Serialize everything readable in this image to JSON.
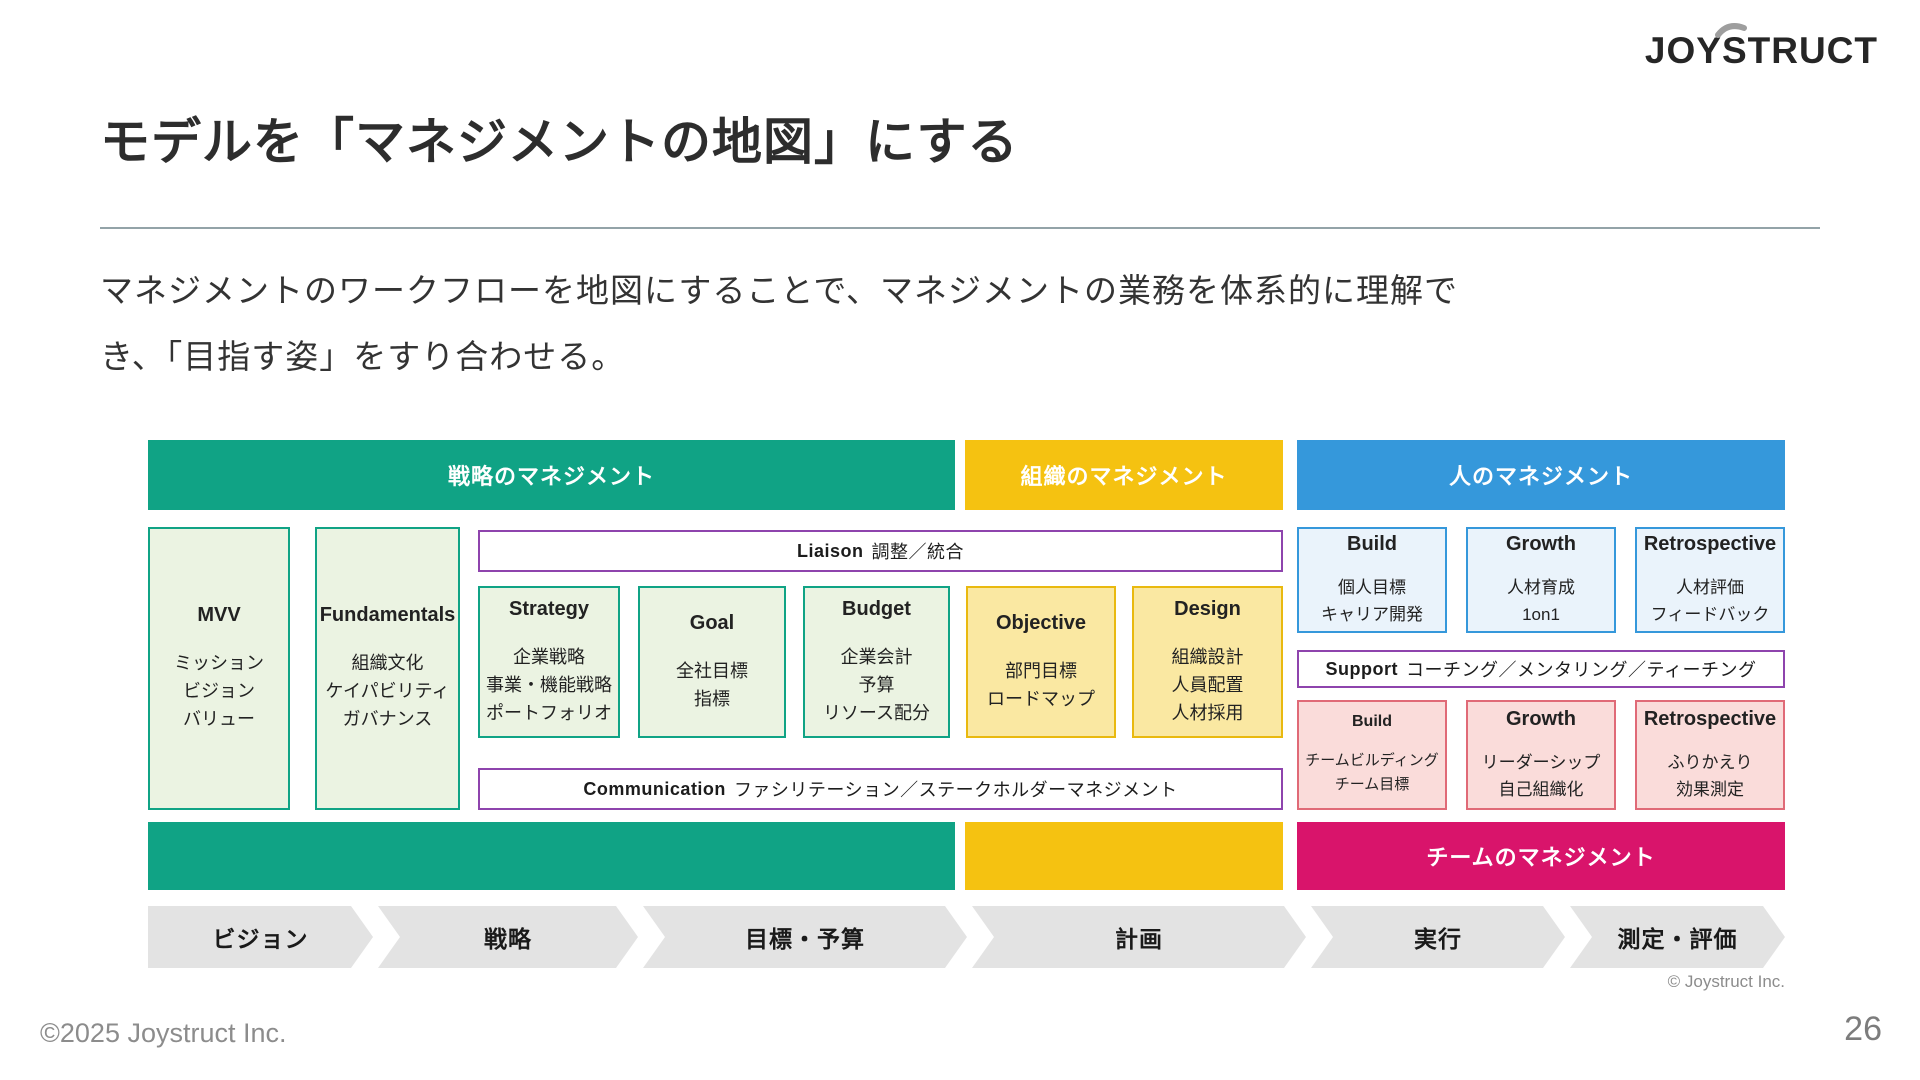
{
  "logo": {
    "pre": "JOY",
    "s": "S",
    "post": "TRUCT"
  },
  "slide": {
    "title": "モデルを「マネジメントの地図」にする",
    "body_line1": "マネジメントのワークフローを地図にすることで、マネジメントの業務を体系的に理解で",
    "body_line2": "き、「目指す姿」をすり合わせる。",
    "footer_left": "©2025 Joystruct Inc.",
    "page_number": "26",
    "diagram_credit": "© Joystruct Inc."
  },
  "colors": {
    "teal": "#10A385",
    "yellow": "#F5C211",
    "blue": "#3598DB",
    "magenta": "#D9146B",
    "purple_border": "#8E44AD",
    "light_green": "#EBF3E2",
    "light_yellow": "#FAE8A2",
    "light_blue": "#EAF3FB",
    "light_pink": "#FADCDA",
    "arrow_gray": "#E3E3E3"
  },
  "diagram": {
    "headers": [
      {
        "label": "戦略のマネジメント"
      },
      {
        "label": "組織のマネジメント"
      },
      {
        "label": "人のマネジメント"
      }
    ],
    "left_boxes": [
      {
        "title": "MVV",
        "lines": [
          "ミッション",
          "ビジョン",
          "バリュー"
        ]
      },
      {
        "title": "Fundamentals",
        "lines": [
          "組織文化",
          "ケイパビリティ",
          "ガバナンス"
        ]
      }
    ],
    "liaison_bar": {
      "en": "Liaison",
      "ja": "調整／統合"
    },
    "center_boxes": [
      {
        "title": "Strategy",
        "lines": [
          "企業戦略",
          "事業・機能戦略",
          "ポートフォリオ"
        ]
      },
      {
        "title": "Goal",
        "lines": [
          "全社目標",
          "指標"
        ]
      },
      {
        "title": "Budget",
        "lines": [
          "企業会計",
          "予算",
          "リソース配分"
        ]
      },
      {
        "title": "Objective",
        "lines": [
          "部門目標",
          "ロードマップ"
        ]
      },
      {
        "title": "Design",
        "lines": [
          "組織設計",
          "人員配置",
          "人材採用"
        ]
      }
    ],
    "communication_bar": {
      "en": "Communication",
      "ja": "ファシリテーション／ステークホルダーマネジメント"
    },
    "people_top_boxes": [
      {
        "title": "Build",
        "lines": [
          "個人目標",
          "キャリア開発"
        ]
      },
      {
        "title": "Growth",
        "lines": [
          "人材育成",
          "1on1"
        ]
      },
      {
        "title": "Retrospective",
        "lines": [
          "人材評価",
          "フィードバック"
        ]
      }
    ],
    "support_bar": {
      "en": "Support",
      "ja": "コーチング／メンタリング／ティーチング"
    },
    "team_boxes": [
      {
        "title": "Build",
        "lines": [
          "チームビルディング",
          "チーム目標"
        ]
      },
      {
        "title": "Growth",
        "lines": [
          "リーダーシップ",
          "自己組織化"
        ]
      },
      {
        "title": "Retrospective",
        "lines": [
          "ふりかえり",
          "効果測定"
        ]
      }
    ],
    "team_bar_label": "チームのマネジメント",
    "flow_arrows": [
      "ビジョン",
      "戦略",
      "目標・予算",
      "計画",
      "実行",
      "測定・評価"
    ]
  }
}
